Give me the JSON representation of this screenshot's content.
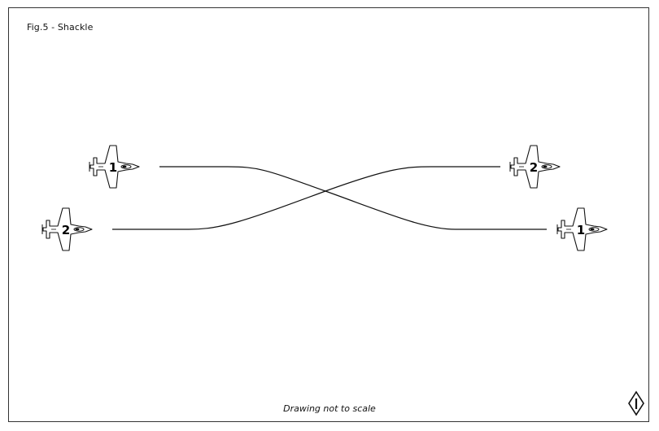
{
  "figure": {
    "title": "Fig.5 - Shackle",
    "footnote": "Drawing not to scale"
  },
  "jets": [
    {
      "number": "1",
      "position": "left-upper",
      "heading": "right"
    },
    {
      "number": "2",
      "position": "left-lower",
      "heading": "right"
    },
    {
      "number": "2",
      "position": "right-upper",
      "heading": "right"
    },
    {
      "number": "1",
      "position": "right-lower",
      "heading": "right"
    }
  ],
  "paths": [
    {
      "from_jet": "1",
      "description": "crosses from upper-left to lower-right"
    },
    {
      "from_jet": "2",
      "description": "crosses from lower-left to upper-right"
    }
  ],
  "logo": {
    "icon": "diamond-info-logo",
    "glyph": "i"
  },
  "colors": {
    "line": "#111111",
    "frame": "#333333",
    "background": "#ffffff"
  }
}
